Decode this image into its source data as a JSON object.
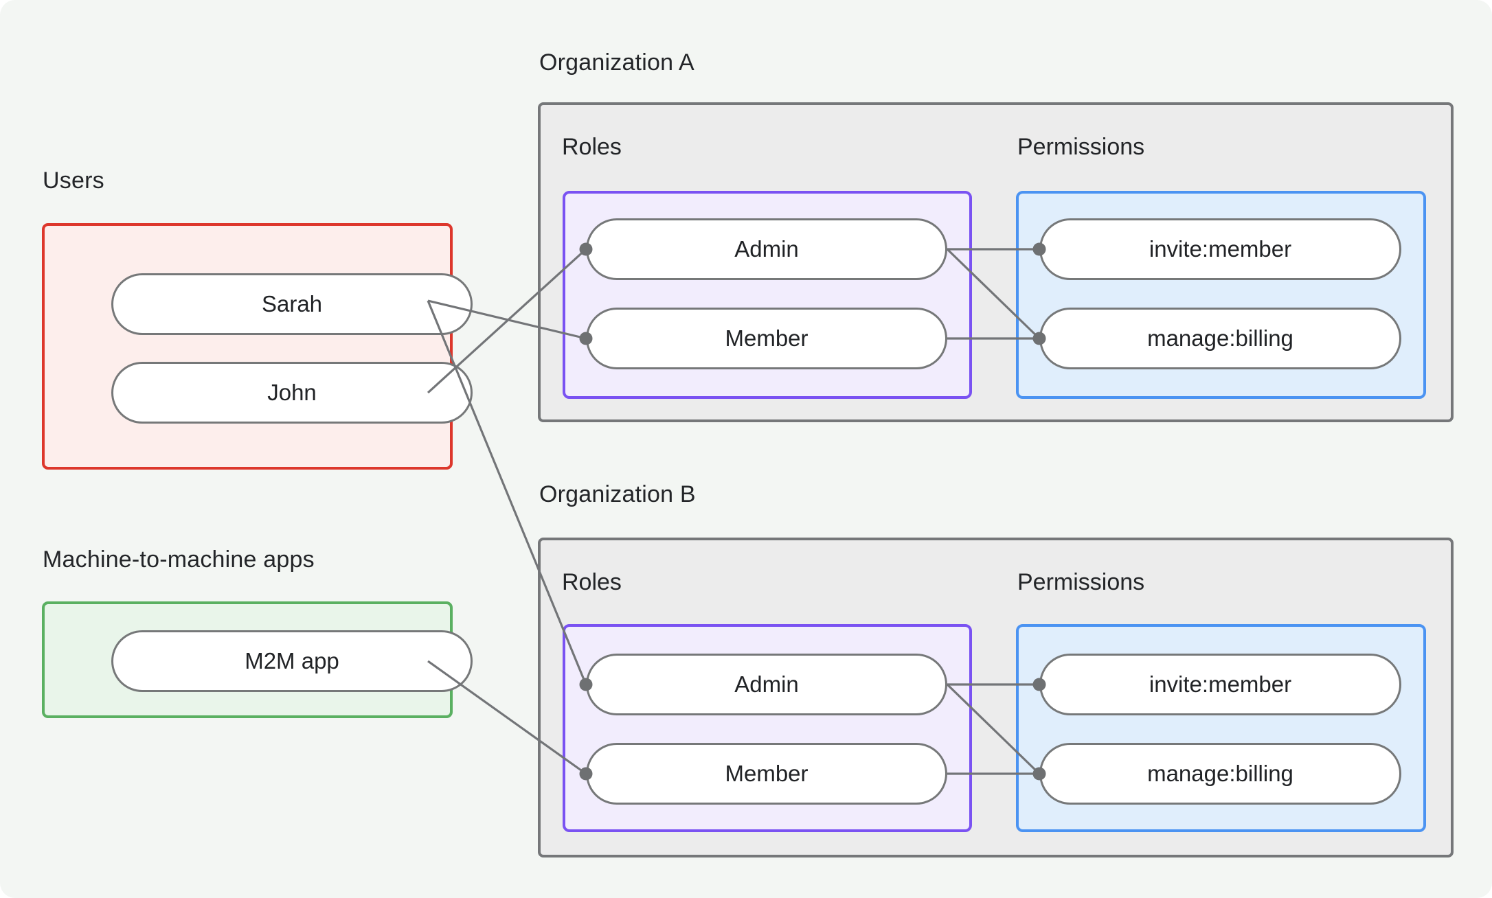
{
  "page": {
    "background": "#f3f6f3",
    "kind": "authorization-diagram"
  },
  "users_group": {
    "label": "Users",
    "items": [
      "Sarah",
      "John"
    ]
  },
  "m2m_group": {
    "label": "Machine-to-machine apps",
    "items": [
      "M2M app"
    ]
  },
  "organizations": [
    {
      "title": "Organization A",
      "roles_label": "Roles",
      "roles": [
        "Admin",
        "Member"
      ],
      "permissions_label": "Permissions",
      "permissions": [
        "invite:member",
        "manage:billing"
      ]
    },
    {
      "title": "Organization B",
      "roles_label": "Roles",
      "roles": [
        "Admin",
        "Member"
      ],
      "permissions_label": "Permissions",
      "permissions": [
        "invite:member",
        "manage:billing"
      ]
    }
  ],
  "connections": [
    {
      "from": "sarah",
      "to": "orgA-member"
    },
    {
      "from": "john",
      "to": "orgA-admin"
    },
    {
      "from": "sarah",
      "to": "orgB-admin"
    },
    {
      "from": "m2m-app",
      "to": "orgB-member"
    },
    {
      "from": "orgA-admin",
      "to": "orgA-invite-member"
    },
    {
      "from": "orgA-admin",
      "to": "orgA-manage-billing"
    },
    {
      "from": "orgA-member",
      "to": "orgA-manage-billing"
    },
    {
      "from": "orgB-admin",
      "to": "orgB-invite-member"
    },
    {
      "from": "orgB-admin",
      "to": "orgB-manage-billing"
    },
    {
      "from": "orgB-member",
      "to": "orgB-manage-billing"
    }
  ],
  "colors": {
    "background": "#f3f6f3",
    "users_border": "#dd372c",
    "users_fill": "#fdeeec",
    "m2m_border": "#5ab061",
    "m2m_fill": "#e9f5ea",
    "roles_border": "#7a52f2",
    "roles_fill": "#f2edfd",
    "permissions_border": "#4b93f2",
    "permissions_fill": "#e0eefc",
    "org_border": "#757779",
    "org_fill": "#ececec",
    "node_border": "#767879",
    "node_fill": "#ffffff",
    "edge_line": "#737578",
    "edge_dot": "#6e7072",
    "text": "#212326"
  }
}
